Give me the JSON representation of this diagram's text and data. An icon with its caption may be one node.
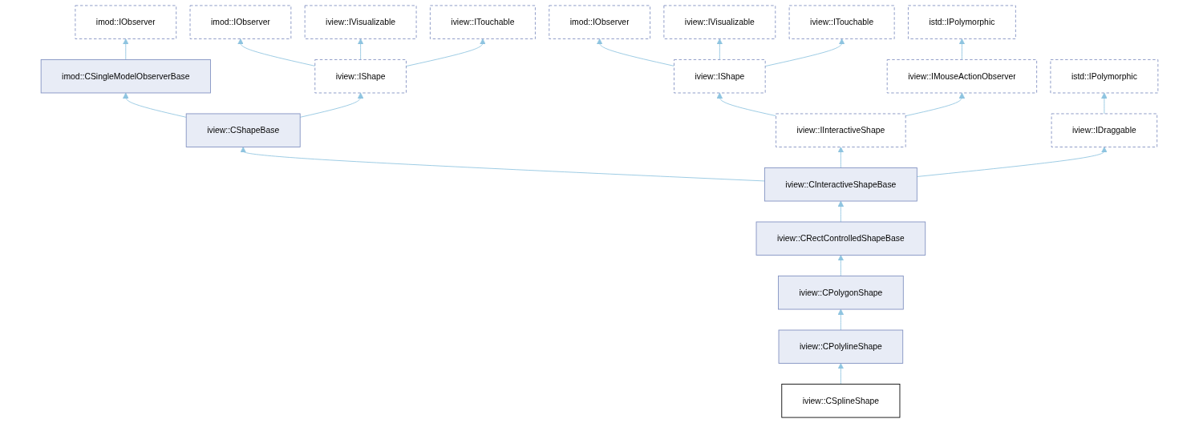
{
  "diagram": {
    "nodes": [
      {
        "text": [
          "imod::IObserver"
        ]
      },
      {
        "text": [
          "imod::IObserver"
        ]
      },
      {
        "text": [
          "iview::IVisualizable"
        ]
      },
      {
        "text": [
          "iview::IVisualizable"
        ]
      },
      {
        "text": [
          "imod::IObserver"
        ]
      },
      {
        "text": [
          "iview::ITouchable"
        ]
      },
      {
        "text": [
          "iview::ITouchable"
        ]
      },
      {
        "text": [
          "istd::IPolymorphic"
        ]
      },
      {
        "text": [
          "imod::CSingleModelObserverBase"
        ]
      },
      {
        "text": [
          "iview::IShape"
        ]
      },
      {
        "text": [
          "iview::IShape"
        ]
      },
      {
        "text": [
          "iview::IMouseActionObserver"
        ]
      },
      {
        "text": [
          "istd::IPolymorphic"
        ]
      },
      {
        "text": [
          "iview::CShapeBase"
        ]
      },
      {
        "text": [
          "iview::IInteractiveShape"
        ]
      },
      {
        "text": [
          "iview::IDraggable"
        ]
      },
      {
        "text": [
          "iview::CInteractiveShapeBase"
        ]
      },
      {
        "text": [
          "iview::CRectControlledShapeBase"
        ]
      },
      {
        "text": [
          "iview::CPolygonShape"
        ]
      },
      {
        "text": [
          "iview::CPolylineShape"
        ]
      },
      {
        "text": [
          "iview::CSplineShape"
        ]
      }
    ],
    "edges": [
      {
        "from": 8,
        "to": 4,
        "arrow": "to"
      },
      {
        "from": 9,
        "to": 0,
        "arrow": "to"
      },
      {
        "from": 9,
        "to": 2,
        "arrow": "to"
      },
      {
        "from": 9,
        "to": 5,
        "arrow": "to"
      },
      {
        "from": 13,
        "to": 8,
        "arrow": "to"
      },
      {
        "from": 13,
        "to": 9,
        "arrow": "to"
      },
      {
        "from": 10,
        "to": 1,
        "arrow": "to"
      },
      {
        "from": 10,
        "to": 3,
        "arrow": "to"
      },
      {
        "from": 10,
        "to": 6,
        "arrow": "to"
      },
      {
        "from": 11,
        "to": 7,
        "arrow": "to"
      },
      {
        "from": 14,
        "to": 10,
        "arrow": "to"
      },
      {
        "from": 14,
        "to": 11,
        "arrow": "to"
      },
      {
        "from": 15,
        "to": 12,
        "arrow": "to"
      },
      {
        "from": 16,
        "to": 13,
        "arrow": "to"
      },
      {
        "from": 16,
        "to": 14,
        "arrow": "to"
      },
      {
        "from": 16,
        "to": 15,
        "arrow": "to"
      },
      {
        "from": 17,
        "to": 16,
        "arrow": "to"
      },
      {
        "from": 18,
        "to": 17,
        "arrow": "to"
      },
      {
        "from": 19,
        "to": 18,
        "arrow": "to"
      },
      {
        "from": 20,
        "to": 19,
        "arrow": "to"
      }
    ]
  }
}
